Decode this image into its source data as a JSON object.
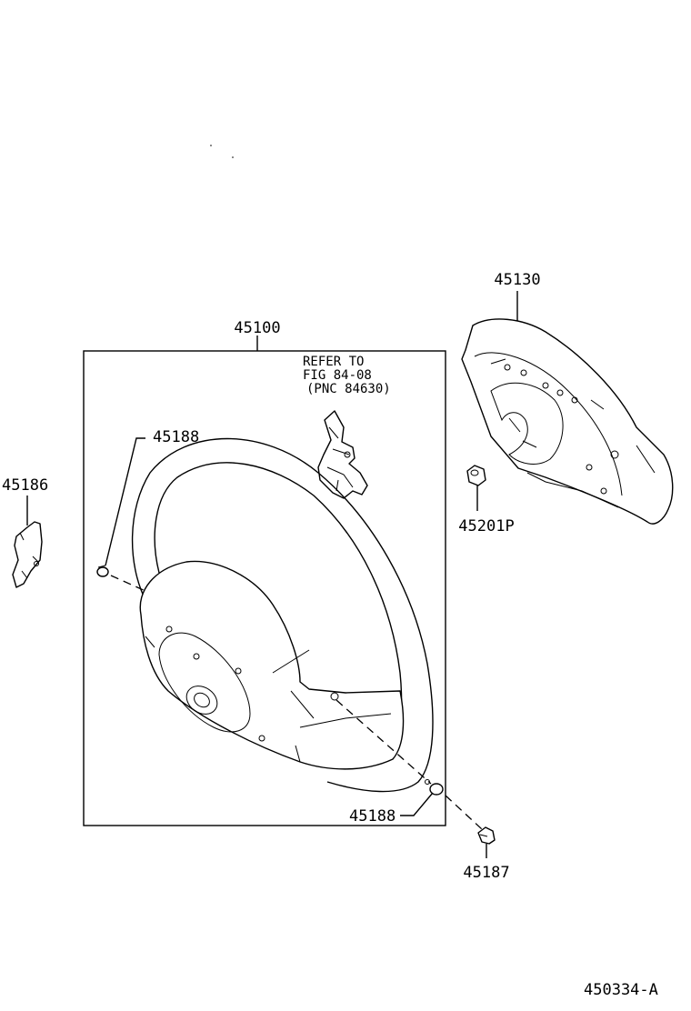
{
  "labels": {
    "p45100": "45100",
    "p45130": "45130",
    "p45188_top": "45188",
    "p45186": "45186",
    "p45201p": "45201P",
    "p45188_bottom": "45188",
    "p45187": "45187",
    "refer_line1": "REFER TO",
    "refer_line2": "FIG 84-08",
    "refer_line3": "(PNC 84630)",
    "figure_id": "450334-A"
  }
}
